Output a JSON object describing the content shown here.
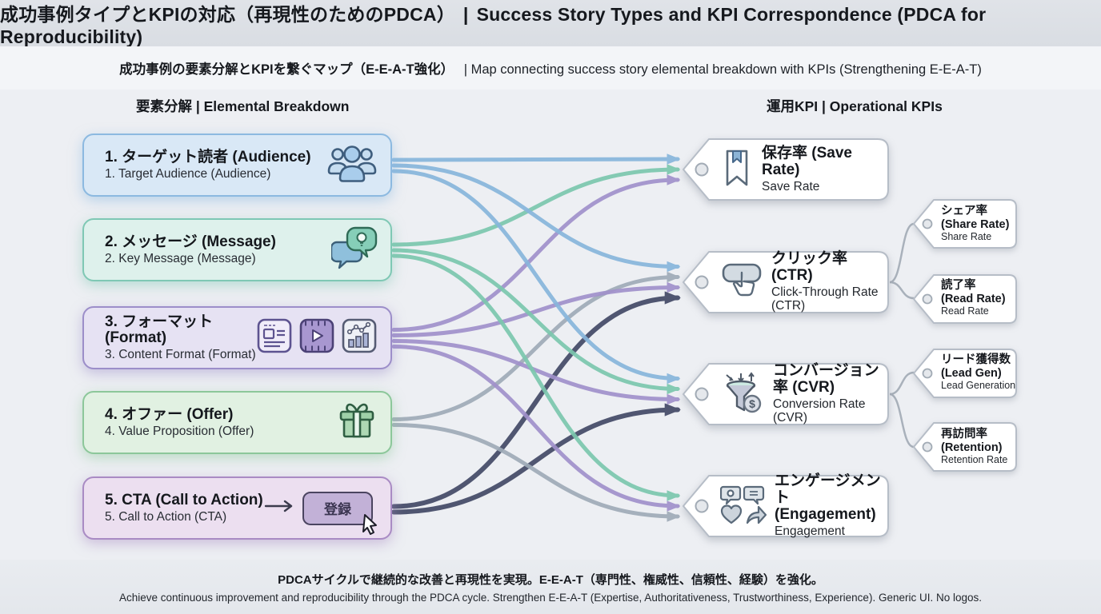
{
  "header": {
    "title_jp": "成功事例タイプとKPIの対応（再現性のためのPDCA）",
    "separator": "|",
    "title_en": "Success Story Types and KPI Correspondence (PDCA for Reproducibility)"
  },
  "subtitle": {
    "jp": "成功事例の要素分解とKPIを繋ぐマップ（E-E-A-T強化）",
    "en": "| Map connecting success story elemental breakdown with KPIs (Strengthening E-E-A-T)"
  },
  "column_headers": {
    "left": "要素分解 | Elemental Breakdown",
    "right": "運用KPI | Operational KPIs"
  },
  "elements": [
    {
      "id": "audience",
      "jp": "1. ターゲット読者 (Audience)",
      "en": "1. Target Audience (Audience)",
      "icon": "audience-people-icon"
    },
    {
      "id": "message",
      "jp": "2. メッセージ (Message)",
      "en": "2. Key Message (Message)",
      "icon": "message-bubbles-icon"
    },
    {
      "id": "format",
      "jp": "3. フォーマット (Format)",
      "en": "3. Content Format (Format)",
      "icon": "article-video-chart-icons"
    },
    {
      "id": "offer",
      "jp": "4. オファー (Offer)",
      "en": "4. Value Proposition (Offer)",
      "icon": "gift-icon"
    },
    {
      "id": "cta",
      "jp": "5. CTA (Call to Action)",
      "en": "5. Call to Action (CTA)",
      "icon": "register-button-cursor-icon",
      "button_label": "登録"
    }
  ],
  "kpis": [
    {
      "id": "save",
      "jp": "保存率 (Save Rate)",
      "en": "Save Rate",
      "icon": "bookmark-icon"
    },
    {
      "id": "ctr",
      "jp": "クリック率 (CTR)",
      "en": "Click-Through Rate (CTR)",
      "icon": "click-button-icon"
    },
    {
      "id": "cvr",
      "jp": "コンバージョン率 (CVR)",
      "en": "Conversion Rate (CVR)",
      "icon": "funnel-dollar-icon"
    },
    {
      "id": "engagement",
      "jp": "エンゲージメント (Engagement)",
      "en": "Engagement",
      "icon": "social-engagement-icon"
    }
  ],
  "sub_kpis": [
    {
      "id": "share",
      "jp": "シェア率",
      "paren": "(Share Rate)",
      "en": "Share Rate",
      "parent": "ctr"
    },
    {
      "id": "read",
      "jp": "読了率",
      "paren": "(Read Rate)",
      "en": "Read Rate",
      "parent": "ctr"
    },
    {
      "id": "lead",
      "jp": "リード獲得数",
      "paren": "(Lead Gen)",
      "en": "Lead Generation",
      "parent": "cvr"
    },
    {
      "id": "retention",
      "jp": "再訪問率",
      "paren": "(Retention)",
      "en": "Retention Rate",
      "parent": "cvr"
    }
  ],
  "connections": [
    {
      "from": "audience",
      "to": "save",
      "color": "blue"
    },
    {
      "from": "message",
      "to": "save",
      "color": "teal"
    },
    {
      "from": "format",
      "to": "save",
      "color": "purple"
    },
    {
      "from": "audience",
      "to": "ctr",
      "color": "blue"
    },
    {
      "from": "offer",
      "to": "ctr",
      "color": "gray"
    },
    {
      "from": "format",
      "to": "ctr",
      "color": "purple"
    },
    {
      "from": "cta",
      "to": "ctr",
      "color": "navy"
    },
    {
      "from": "audience",
      "to": "cvr",
      "color": "blue"
    },
    {
      "from": "message",
      "to": "cvr",
      "color": "teal"
    },
    {
      "from": "format",
      "to": "cvr",
      "color": "purple"
    },
    {
      "from": "cta",
      "to": "cvr",
      "color": "navy"
    },
    {
      "from": "message",
      "to": "engagement",
      "color": "teal"
    },
    {
      "from": "format",
      "to": "engagement",
      "color": "purple"
    },
    {
      "from": "offer",
      "to": "engagement",
      "color": "gray"
    }
  ],
  "colors": {
    "blue": "#88b6dc",
    "teal": "#7cc7ae",
    "purple": "#a191cb",
    "gray": "#9fabb8",
    "navy": "#434a66",
    "branch": "#a9b1bb"
  },
  "footer": {
    "jp": "PDCAサイクルで継続的な改善と再現性を実現。E-E-A-T（専門性、権威性、信頼性、経験）を強化。",
    "en": "Achieve continuous improvement and reproducibility through the PDCA cycle. Strengthen E-E-A-T (Expertise, Authoritativeness, Trustworthiness, Experience). Generic UI. No logos."
  }
}
